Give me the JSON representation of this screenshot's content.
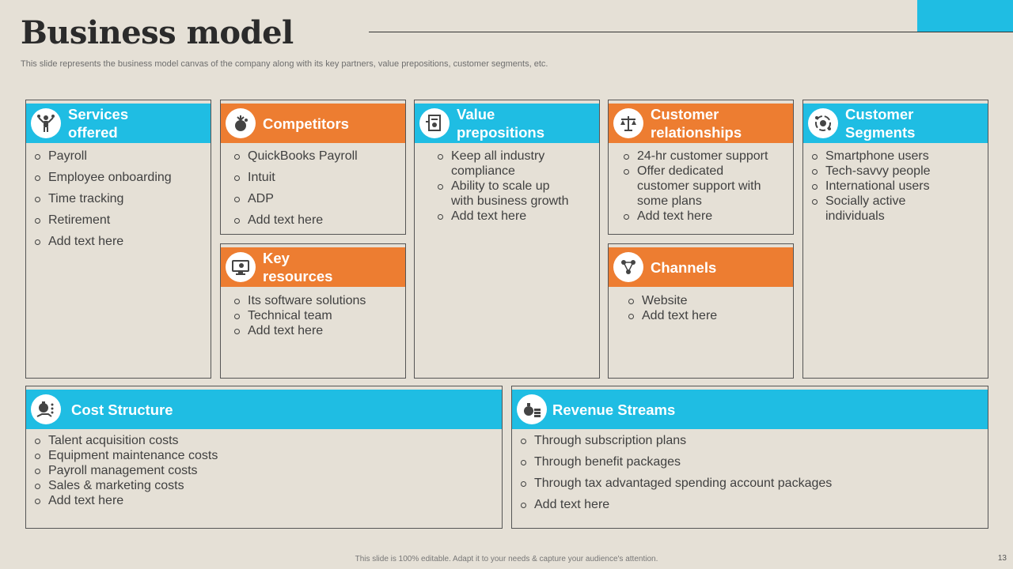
{
  "slide": {
    "title": "Business model",
    "subtitle": "This slide represents the business model canvas of the company along with its key partners, value prepositions, customer segments, etc.",
    "footer": "This slide is 100% editable.  Adapt it to your needs & capture your audience's attention.",
    "page_number": "13"
  },
  "colors": {
    "blue": "#1fbde3",
    "orange": "#ed7d31",
    "background": "#e5e0d6"
  },
  "cards": {
    "services": {
      "icon": "person-juggling-icon",
      "title_line1": "Services",
      "title_line2": "offered",
      "items": [
        "Payroll",
        "Employee onboarding",
        "Time tracking",
        "Retirement",
        "Add text here"
      ]
    },
    "competitors": {
      "icon": "competitor-figure-icon",
      "title": "Competitors",
      "items": [
        "QuickBooks Payroll",
        "Intuit",
        "ADP",
        "Add text here"
      ]
    },
    "key_resources": {
      "icon": "computer-monitor-icon",
      "title_line1": "Key",
      "title_line2": "resources",
      "items": [
        "Its software solutions",
        "Technical team",
        "Add text here"
      ]
    },
    "value": {
      "icon": "value-document-icon",
      "title_line1": "Value",
      "title_line2": "prepositions",
      "items": [
        {
          "l1": "Keep all industry",
          "l2": "compliance"
        },
        {
          "l1": "Ability to scale up",
          "l2": "with business growth"
        },
        {
          "l1": "Add text here"
        }
      ]
    },
    "relationships": {
      "icon": "balance-scale-icon",
      "title_line1": "Customer",
      "title_line2": "relationships",
      "items": [
        {
          "l1": "24-hr customer support"
        },
        {
          "l1": "Offer dedicated",
          "l2": "customer support with",
          "l3": "some plans"
        },
        {
          "l1": "Add text here"
        }
      ]
    },
    "channels": {
      "icon": "network-channels-icon",
      "title": "Channels",
      "items": [
        "Website",
        "Add text here"
      ]
    },
    "segments": {
      "icon": "segments-cycle-icon",
      "title_line1": "Customer",
      "title_line2": "Segments",
      "items": [
        {
          "l1": "Smartphone users"
        },
        {
          "l1": "Tech-savvy  people"
        },
        {
          "l1": "International  users"
        },
        {
          "l1": "Socially active",
          "l2": "individuals"
        }
      ]
    },
    "cost": {
      "icon": "money-bag-hand-icon",
      "title": "Cost Structure",
      "items": [
        "Talent acquisition costs",
        "Equipment maintenance costs",
        "Payroll management  costs",
        "Sales & marketing costs",
        "Add text here"
      ]
    },
    "revenue": {
      "icon": "coins-stack-icon",
      "title": "Revenue Streams",
      "items": [
        "Through subscription plans",
        "Through  benefit packages",
        "Through  tax advantaged spending account packages",
        "Add text here"
      ]
    }
  }
}
